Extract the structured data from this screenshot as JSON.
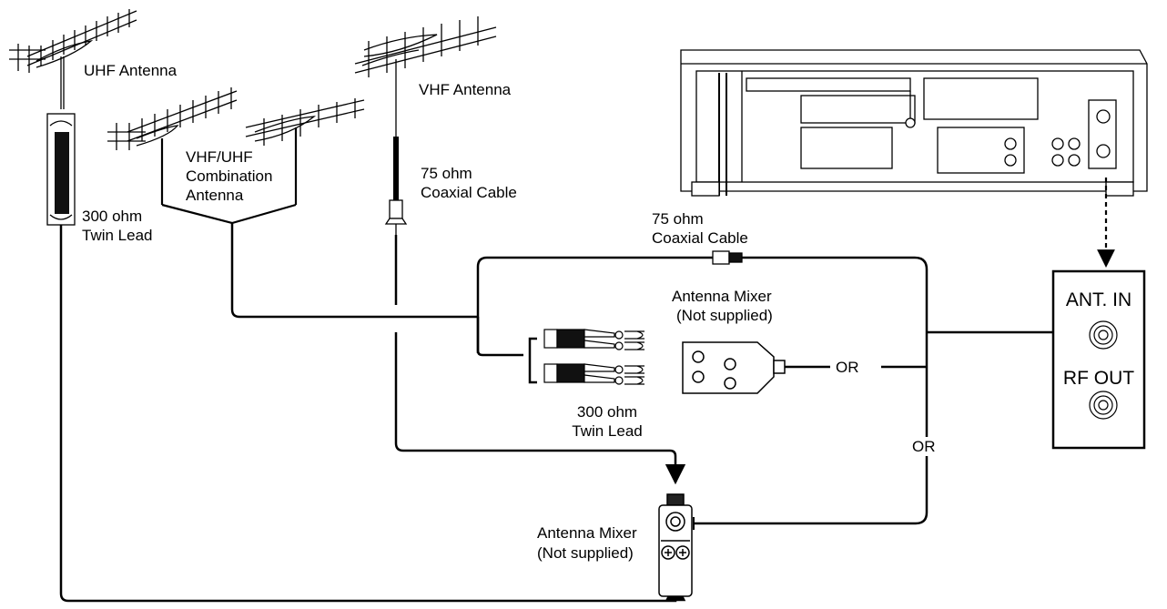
{
  "labels": {
    "uhf_antenna": "UHF Antenna",
    "vhf_antenna": "VHF Antenna",
    "combo_antenna_line1": "VHF/UHF",
    "combo_antenna_line2": "Combination",
    "combo_antenna_line3": "Antenna",
    "coax_top_line1": "75 ohm",
    "coax_top_line2": "Coaxial Cable",
    "twin_lead_left_line1": "300 ohm",
    "twin_lead_left_line2": "Twin Lead",
    "coax_mid_line1": "75 ohm",
    "coax_mid_line2": "Coaxial Cable",
    "mixer_top_line1": "Antenna Mixer",
    "mixer_top_line2": "(Not supplied)",
    "twin_lead_mid_line1": "300 ohm",
    "twin_lead_mid_line2": "Twin Lead",
    "or_horizontal": "OR",
    "or_vertical": "OR",
    "mixer_bottom_line1": "Antenna Mixer",
    "mixer_bottom_line2": "(Not supplied)",
    "ant_in": "ANT. IN",
    "rf_out": "RF OUT"
  }
}
